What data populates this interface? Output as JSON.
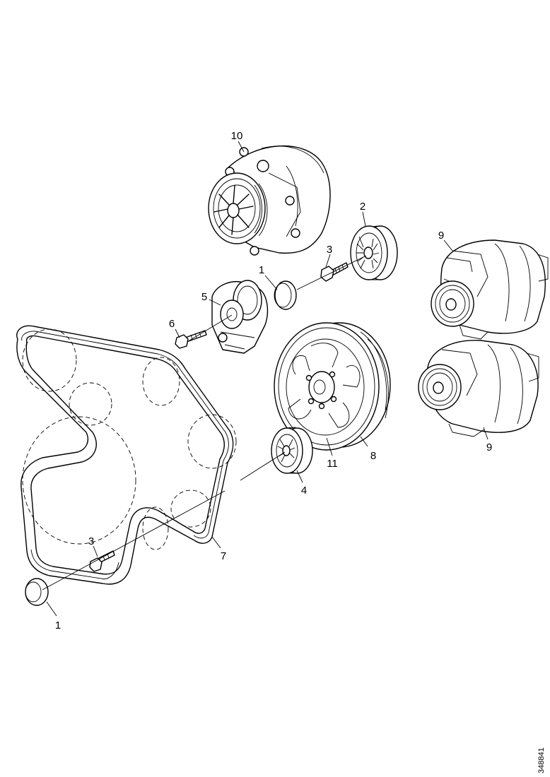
{
  "callouts": {
    "c1a": "1",
    "c1b": "1",
    "c2": "2",
    "c3a": "3",
    "c3b": "3",
    "c4": "4",
    "c5": "5",
    "c6": "6",
    "c7": "7",
    "c8": "8",
    "c9a": "9",
    "c9b": "9",
    "c10": "10",
    "c11": "11"
  },
  "reference_number": "348841"
}
